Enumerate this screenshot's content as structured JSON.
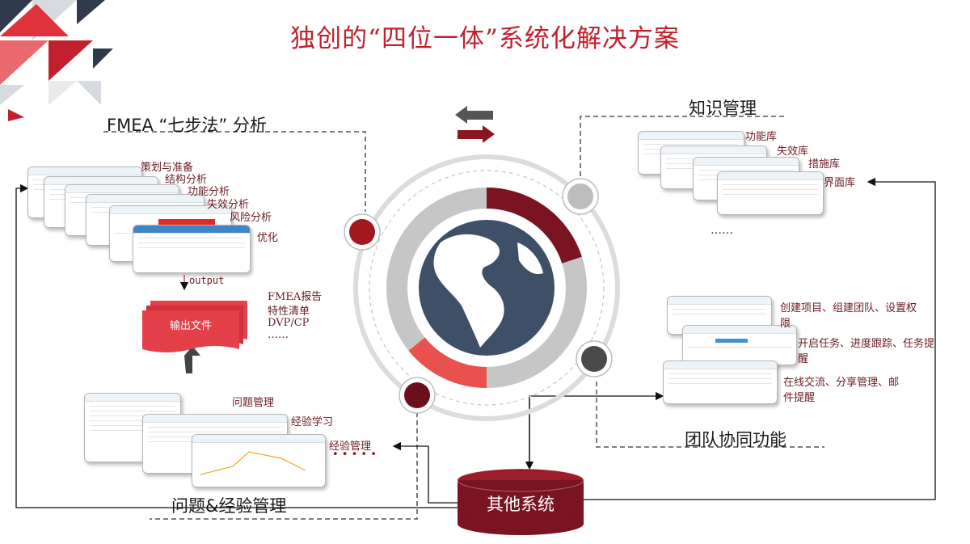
{
  "title": "独创的“四位一体”系统化解决方案",
  "fmea": {
    "heading": "FMEA “七步法” 分析",
    "steps": [
      "策划与准备",
      "结构分析",
      "功能分析",
      "失效分析",
      "风险分析",
      "优化"
    ],
    "output_label": "output",
    "output_doc": "输出文件",
    "outputs": [
      "FMEA报告",
      "特性清单",
      "DVP/CP",
      "……"
    ]
  },
  "knowledge": {
    "heading": "知识管理",
    "libraries": [
      "功能库",
      "失效库",
      "措施库",
      "界面库"
    ],
    "more": "……"
  },
  "team": {
    "heading": "团队协同功能",
    "features": [
      "创建项目、组建团队、设置权限",
      "开启任务、进度跟踪、任务提醒",
      "在线交流、分享管理、邮件提醒"
    ]
  },
  "issues": {
    "heading": "问题&经验管理",
    "items": [
      "问题管理",
      "经验学习",
      "经验管理"
    ],
    "dots": "• • • • •"
  },
  "other_systems": "其他系统",
  "colors": {
    "brand_red": "#c0212c",
    "dark_red": "#7a1420",
    "grey": "#c6c6c6",
    "globe_ocean": "#3e5068"
  }
}
